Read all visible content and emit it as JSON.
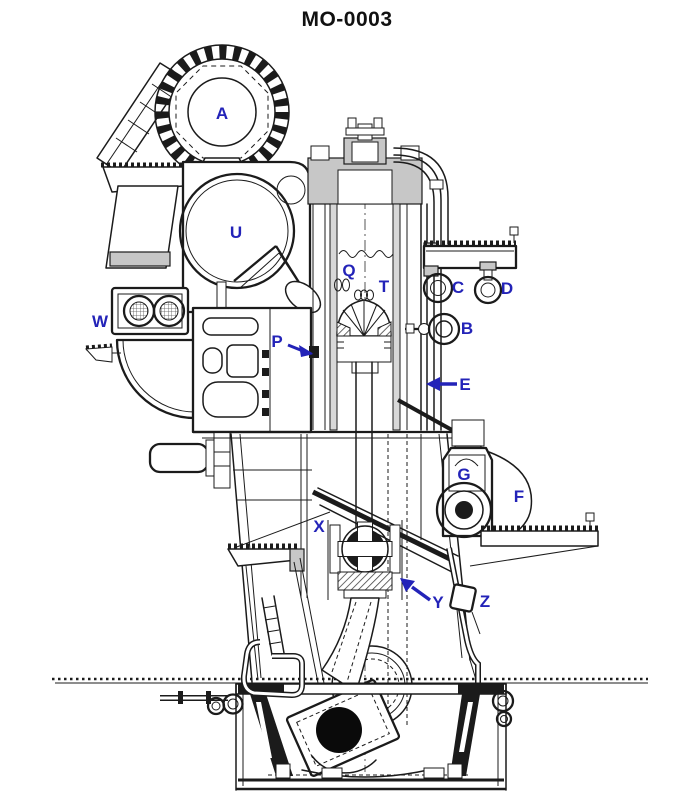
{
  "title": "MO-0003",
  "labels": {
    "turbocharger": "A",
    "air_cooler": "U",
    "sight_glass": "W",
    "cylinder_q": "Q",
    "cylinder_t": "T",
    "piston_p": "P",
    "valve_b": "B",
    "valve_c": "C",
    "valve_d": "D",
    "arrow_e": "E",
    "pump_g": "G",
    "pump_f": "F",
    "frame_x": "X",
    "arrow_y": "Y",
    "pipe_z": "Z"
  },
  "colors": {
    "label_blue": "#2323b8",
    "line_black": "#1b1b1b",
    "metal_gray": "#c7c7c7"
  }
}
